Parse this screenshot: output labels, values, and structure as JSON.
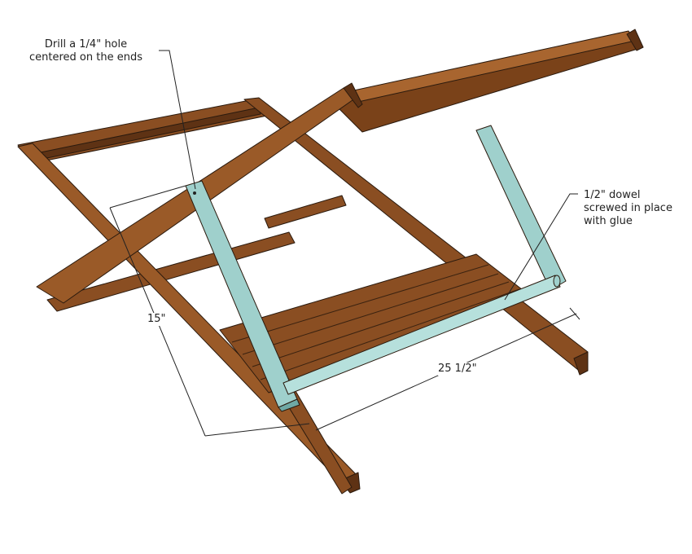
{
  "annotations": {
    "drill_line1": "Drill a 1/4\" hole",
    "drill_line2": "centered on the ends",
    "dowel_line1": "1/2\" dowel",
    "dowel_line2": "screwed in place",
    "dowel_line3": "with glue"
  },
  "dimensions": {
    "height": "15\"",
    "width": "25 1/2\""
  },
  "colors": {
    "wood": "#8a4e22",
    "wood_dark": "#5e3214",
    "wood_light": "#a8652f",
    "blue_part": "#9fd0cc",
    "blue_dark": "#6fa9a5"
  }
}
